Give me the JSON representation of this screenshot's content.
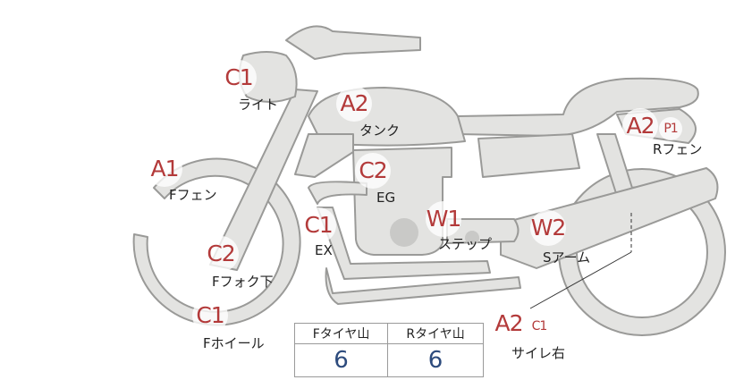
{
  "parts": {
    "light": {
      "grade": "C1",
      "label": "ライト"
    },
    "tank": {
      "grade": "A2",
      "label": "タンク"
    },
    "engine": {
      "grade": "C2",
      "label": "EG"
    },
    "f_fender": {
      "grade": "A1",
      "label": "Fフェン"
    },
    "exhaust": {
      "grade": "C1",
      "label": "EX"
    },
    "step": {
      "grade": "W1",
      "label": "ステップ"
    },
    "s_arm": {
      "grade": "W2",
      "label": "Sアーム"
    },
    "f_fork": {
      "grade": "C2",
      "label": "Fフォク下"
    },
    "f_wheel": {
      "grade": "C1",
      "label": "Fホイール"
    },
    "r_fender": {
      "grade": "A2",
      "sub_grade": "P1",
      "label": "Rフェン"
    },
    "muffler_right": {
      "grade": "A2",
      "sub_grade": "C1",
      "label": "サイレ右"
    }
  },
  "tire_table": {
    "headers": [
      "Fタイヤ山",
      "Rタイヤ山"
    ],
    "values": [
      "6",
      "6"
    ]
  }
}
